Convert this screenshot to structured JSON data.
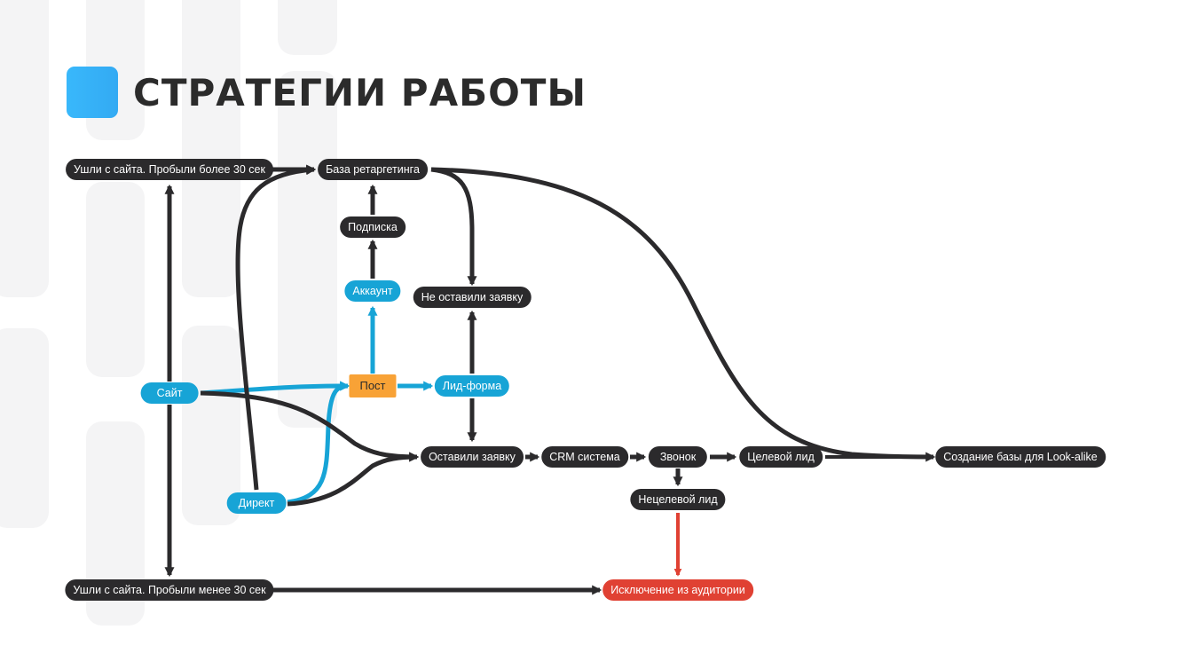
{
  "header": {
    "title": "СТРАТЕГИИ РАБОТЫ",
    "accent_color": "#36b1f8"
  },
  "colors": {
    "dark": "#2b2a2c",
    "blue": "#17a4d6",
    "orange": "#f8a236",
    "red": "#e04133",
    "background_decor": "#f4f4f5"
  },
  "nodes": {
    "left_more30": "Ушли с сайта. Пробыли более 30 сек",
    "retargeting_base": "База ретаргетинга",
    "subscription": "Подписка",
    "account": "Аккаунт",
    "no_request": "Не оставили заявку",
    "site": "Сайт",
    "post": "Пост",
    "lead_form": "Лид-форма",
    "direct": "Директ",
    "left_request": "Оставили заявку",
    "crm": "CRM система",
    "call": "Звонок",
    "target_lead": "Целевой лид",
    "lookalike": "Создание базы для Look-alike",
    "non_target_lead": "Нецелевой лид",
    "left_less30": "Ушли с сайта. Пробыли менее 30 сек",
    "exclusion": "Исключение из аудитории"
  },
  "edges": [
    {
      "from": "left_more30",
      "to": "retargeting_base",
      "color": "dark"
    },
    {
      "from": "direct",
      "to": "retargeting_base",
      "color": "dark"
    },
    {
      "from": "subscription",
      "to": "retargeting_base",
      "color": "dark"
    },
    {
      "from": "account",
      "to": "subscription",
      "color": "dark"
    },
    {
      "from": "post",
      "to": "account",
      "color": "blue"
    },
    {
      "from": "retargeting_base",
      "to": "no_request",
      "color": "dark"
    },
    {
      "from": "lead_form",
      "to": "no_request",
      "color": "dark"
    },
    {
      "from": "retargeting_base",
      "to": "lookalike",
      "color": "dark"
    },
    {
      "from": "site",
      "to": "left_more30",
      "color": "dark"
    },
    {
      "from": "site",
      "to": "left_less30",
      "color": "dark"
    },
    {
      "from": "site",
      "to": "post",
      "color": "blue"
    },
    {
      "from": "direct",
      "to": "post",
      "color": "blue"
    },
    {
      "from": "post",
      "to": "lead_form",
      "color": "blue"
    },
    {
      "from": "lead_form",
      "to": "left_request",
      "color": "dark"
    },
    {
      "from": "site",
      "to": "left_request",
      "color": "dark"
    },
    {
      "from": "direct",
      "to": "left_request",
      "color": "dark"
    },
    {
      "from": "left_request",
      "to": "crm",
      "color": "dark"
    },
    {
      "from": "crm",
      "to": "call",
      "color": "dark"
    },
    {
      "from": "call",
      "to": "target_lead",
      "color": "dark"
    },
    {
      "from": "target_lead",
      "to": "lookalike",
      "color": "dark"
    },
    {
      "from": "call",
      "to": "non_target_lead",
      "color": "dark"
    },
    {
      "from": "non_target_lead",
      "to": "exclusion",
      "color": "red"
    },
    {
      "from": "left_less30",
      "to": "exclusion",
      "color": "dark"
    }
  ]
}
